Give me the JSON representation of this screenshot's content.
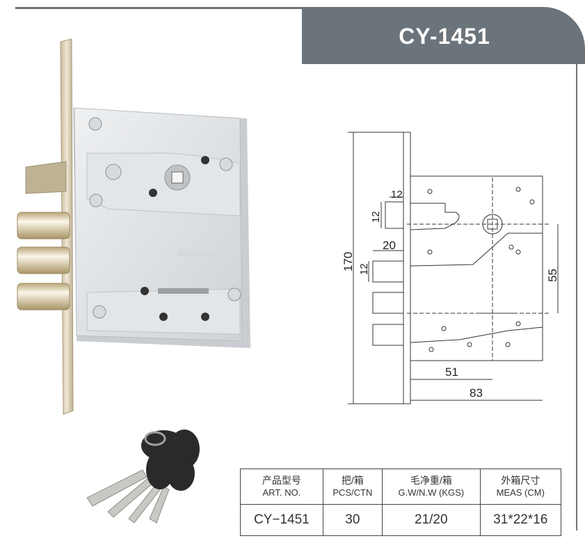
{
  "header": {
    "title": "CY-1451"
  },
  "drawing": {
    "dimensions": {
      "total_height": "170",
      "bolt_top_width": "12",
      "bolt_top_height": "12",
      "bolt_offset": "20",
      "bolt_height": "12",
      "center_distance": "55",
      "backset": "51",
      "case_width": "83"
    }
  },
  "spec_table": {
    "headers": [
      {
        "zh": "产品型号",
        "en": "ART. NO."
      },
      {
        "zh": "把/箱",
        "en": "PCS/CTN"
      },
      {
        "zh": "毛净重/箱",
        "en": "G.W/N.W (KGS)"
      },
      {
        "zh": "外箱尺寸",
        "en": "MEAS (CM)"
      }
    ],
    "values": [
      "CY−1451",
      "30",
      "21/20",
      "31*22*16"
    ]
  },
  "colors": {
    "header_bg": "#6b747a",
    "header_text": "#ffffff",
    "metal_light": "#e4e6e8",
    "brass": "#d8c9a4"
  }
}
